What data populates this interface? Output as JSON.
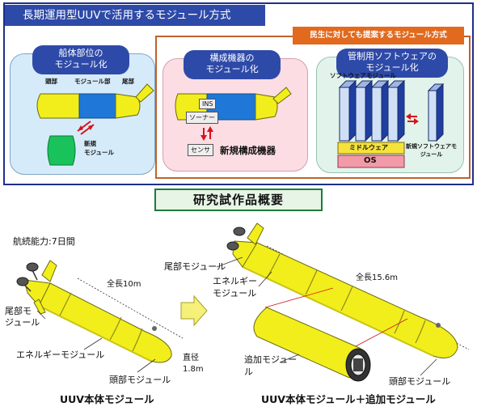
{
  "top": {
    "title": "長期運用型UUVで活用するモジュール方式",
    "civil_label": "民生に対しても提案するモジュール方式",
    "hull": {
      "caption_line1": "船体部位の",
      "caption_line2": "モジュール化",
      "head": "頭部",
      "module_part": "モジュール部",
      "tail": "尾部",
      "new_module_line1": "新規",
      "new_module_line2": "モジュール"
    },
    "equipment": {
      "caption_line1": "構成機器の",
      "caption_line2": "モジュール化",
      "ins": "INS",
      "sonar": "ソーナー",
      "sensor": "センサ",
      "new_equipment": "新規構成機器"
    },
    "software": {
      "caption_line1": "管制用ソフトウェアの",
      "caption_line2": "モジュール化",
      "software_module": "ソフトウェアモジュール",
      "middleware": "ミドルウェア",
      "os": "OS",
      "new_software_line1": "新規ソフトウェアモ",
      "new_software_line2": "ジュール"
    }
  },
  "section_heading": "研究試作品概要",
  "left": {
    "endurance": "航続能力:7日間",
    "length": "全長10m",
    "tail_line1": "尾部モ",
    "tail_line2": "ジュール",
    "energy": "エネルギーモジュール",
    "head": "頭部モジュール",
    "diameter_line1": "直径",
    "diameter_line2": "1.8m",
    "caption": "UUV本体モジュール"
  },
  "right": {
    "tail": "尾部モジュール",
    "energy_line1": "エネルギー",
    "energy_line2": "モジュール",
    "length": "全長15.6m",
    "add_line1": "追加モジュー",
    "add_line2": "ル",
    "head": "頭部モジュール",
    "caption": "UUV本体モジュール＋追加モジュール"
  },
  "colors": {
    "navy": "#2e4aa8",
    "orange": "#e26a1f",
    "yellow": "#f2ee1c",
    "blue_module": "#1f78d8",
    "green_module": "#19c25a",
    "os_pink": "#f39aa8",
    "middleware_yellow": "#f6e33a"
  }
}
